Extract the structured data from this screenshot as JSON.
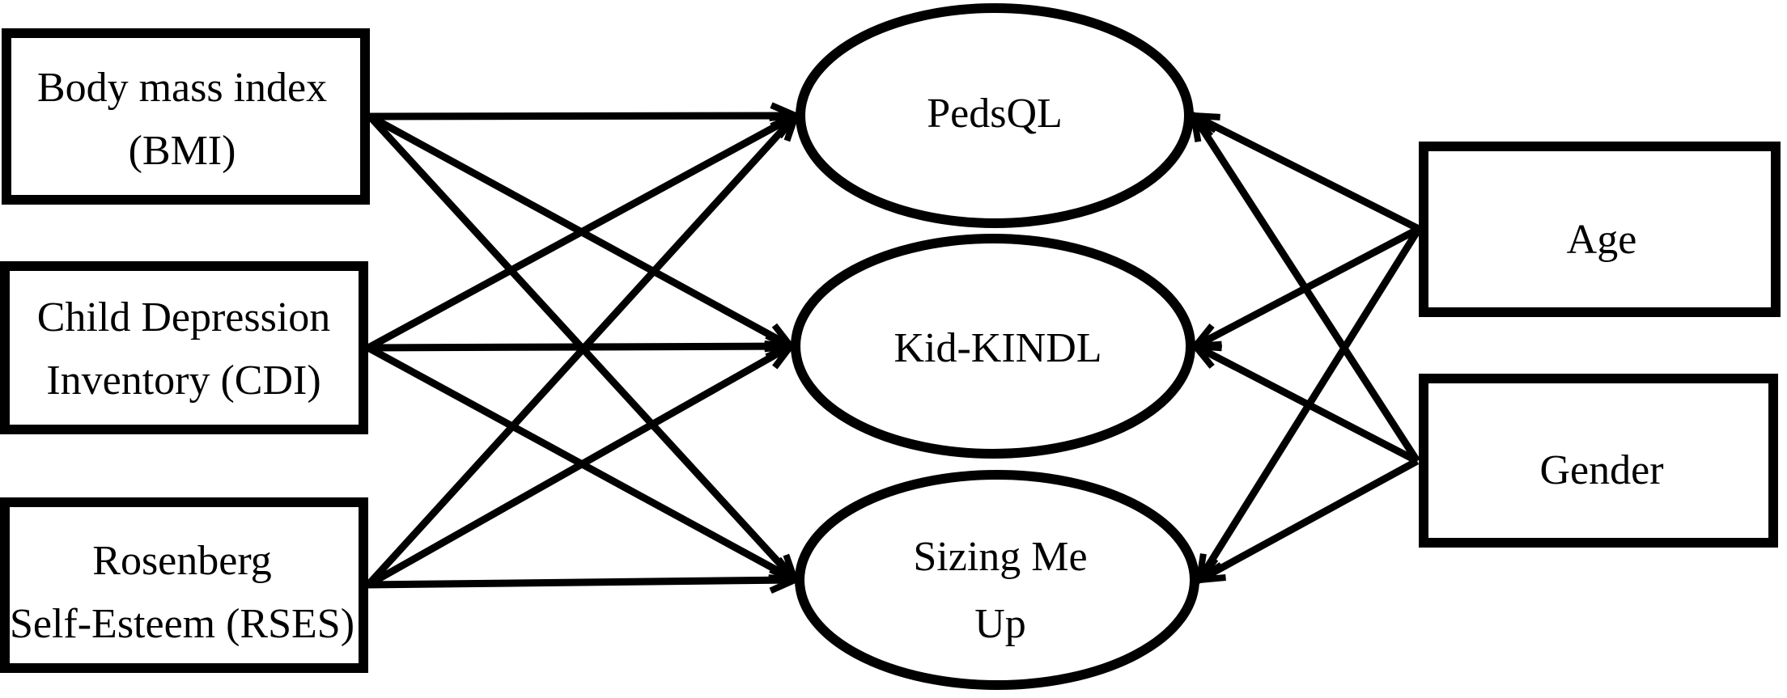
{
  "diagram": {
    "background_color": "#ffffff",
    "line_color": "#000000",
    "nodes": {
      "bmi": {
        "shape": "rectangle",
        "role": "observed-predictor",
        "label": "Body mass index (BMI)",
        "lines": [
          "Body mass index",
          "(BMI)"
        ]
      },
      "cdi": {
        "shape": "rectangle",
        "role": "observed-predictor",
        "label": "Child Depression Inventory (CDI)",
        "lines": [
          "Child Depression",
          "Inventory (CDI)"
        ]
      },
      "rses": {
        "shape": "rectangle",
        "role": "observed-predictor",
        "label": "Rosenberg Self-Esteem (RSES)",
        "lines": [
          "Rosenberg",
          "Self-Esteem (RSES)"
        ]
      },
      "pedsql": {
        "shape": "ellipse",
        "role": "outcome",
        "label": "PedsQL",
        "lines": [
          "PedsQL"
        ]
      },
      "kid_kindl": {
        "shape": "ellipse",
        "role": "outcome",
        "label": "Kid-KINDL",
        "lines": [
          "Kid-KINDL"
        ]
      },
      "sizing_me_up": {
        "shape": "ellipse",
        "role": "outcome",
        "label": "Sizing Me Up",
        "lines": [
          "Sizing Me",
          "Up"
        ]
      },
      "age": {
        "shape": "rectangle",
        "role": "covariate",
        "label": "Age",
        "lines": [
          "Age"
        ]
      },
      "gender": {
        "shape": "rectangle",
        "role": "covariate",
        "label": "Gender",
        "lines": [
          "Gender"
        ]
      }
    },
    "edges": [
      {
        "from": "bmi",
        "to": "pedsql",
        "style": "arrow"
      },
      {
        "from": "bmi",
        "to": "kid_kindl",
        "style": "arrow"
      },
      {
        "from": "bmi",
        "to": "sizing_me_up",
        "style": "arrow"
      },
      {
        "from": "cdi",
        "to": "pedsql",
        "style": "arrow"
      },
      {
        "from": "cdi",
        "to": "kid_kindl",
        "style": "arrow"
      },
      {
        "from": "cdi",
        "to": "sizing_me_up",
        "style": "arrow"
      },
      {
        "from": "rses",
        "to": "pedsql",
        "style": "arrow"
      },
      {
        "from": "rses",
        "to": "kid_kindl",
        "style": "arrow"
      },
      {
        "from": "rses",
        "to": "sizing_me_up",
        "style": "arrow"
      },
      {
        "from": "age",
        "to": "pedsql",
        "style": "arrow"
      },
      {
        "from": "age",
        "to": "kid_kindl",
        "style": "arrow"
      },
      {
        "from": "age",
        "to": "sizing_me_up",
        "style": "arrow"
      },
      {
        "from": "gender",
        "to": "pedsql",
        "style": "arrow"
      },
      {
        "from": "gender",
        "to": "kid_kindl",
        "style": "arrow"
      },
      {
        "from": "gender",
        "to": "sizing_me_up",
        "style": "arrow"
      }
    ]
  }
}
